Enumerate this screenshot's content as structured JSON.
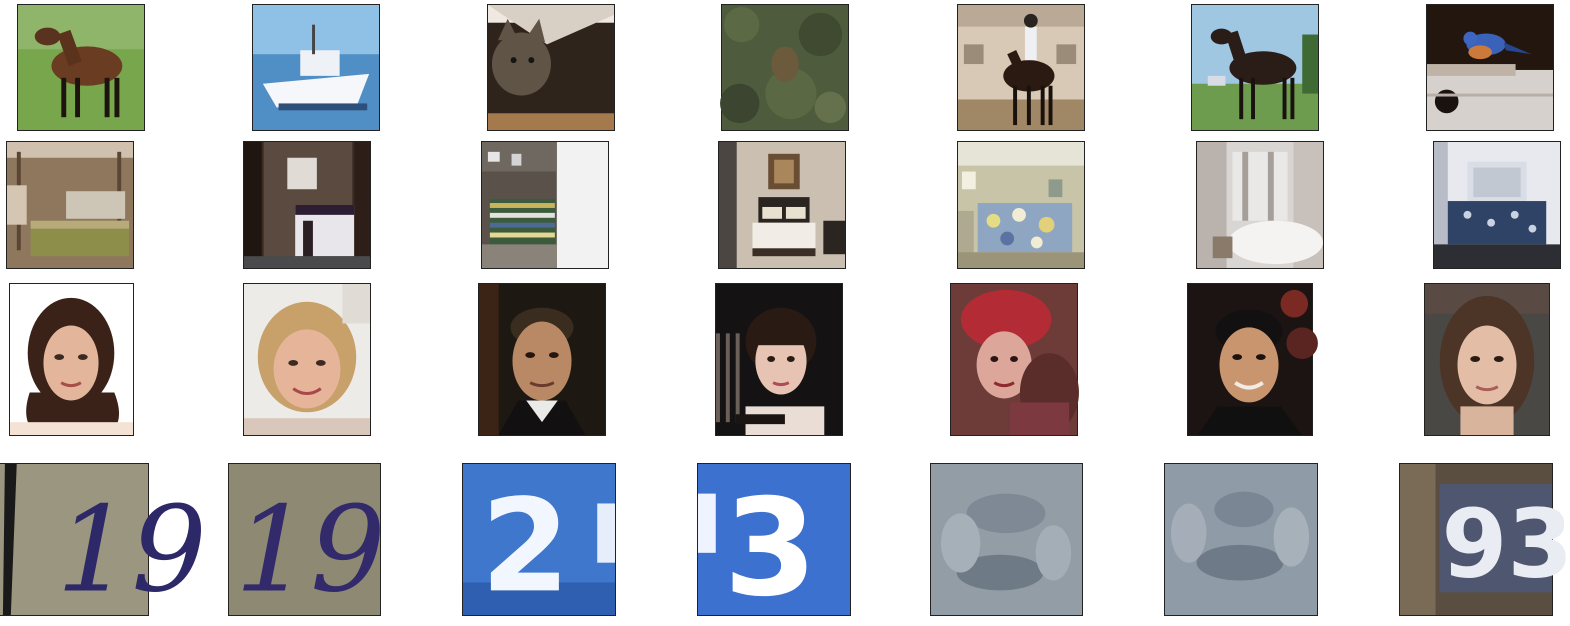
{
  "grid": {
    "rows": [
      {
        "name": "objects",
        "tiles": [
          {
            "subject": "horse",
            "bg": "#6e9a47"
          },
          {
            "subject": "boat",
            "bg": "#5f9ccd"
          },
          {
            "subject": "cat",
            "bg": "#3b3027"
          },
          {
            "subject": "deer",
            "bg": "#4d5a3a"
          },
          {
            "subject": "horse-rider",
            "bg": "#c9b8a6"
          },
          {
            "subject": "horse",
            "bg": "#9fc6e0"
          },
          {
            "subject": "bird",
            "bg": "#2b1c16"
          }
        ]
      },
      {
        "name": "bedrooms",
        "tiles": [
          {
            "subject": "bedroom",
            "bg": "#8a7158"
          },
          {
            "subject": "bedroom",
            "bg": "#3a2b22"
          },
          {
            "subject": "bedroom",
            "bg": "#6b655d"
          },
          {
            "subject": "bedroom",
            "bg": "#bfb3a4"
          },
          {
            "subject": "bedroom",
            "bg": "#b8b69b"
          },
          {
            "subject": "bedroom",
            "bg": "#d6d2cf"
          },
          {
            "subject": "bedroom",
            "bg": "#e5e7ed"
          }
        ]
      },
      {
        "name": "faces",
        "tiles": [
          {
            "subject": "face",
            "bg": "#ffffff"
          },
          {
            "subject": "face",
            "bg": "#ece8e4"
          },
          {
            "subject": "face",
            "bg": "#1c1812"
          },
          {
            "subject": "face",
            "bg": "#121212"
          },
          {
            "subject": "face",
            "bg": "#6a3a36"
          },
          {
            "subject": "face",
            "bg": "#1a1412"
          },
          {
            "subject": "face",
            "bg": "#4a4844"
          }
        ]
      },
      {
        "name": "house-numbers",
        "tiles": [
          {
            "subject": "digits",
            "digits": "19",
            "bg": "#9a9580",
            "fg": "#2d2868"
          },
          {
            "subject": "digits",
            "digits": "19",
            "bg": "#8c8770",
            "fg": "#322a6a"
          },
          {
            "subject": "digits",
            "digits": "2",
            "bg": "#3d74c9",
            "fg": "#f2f6ff"
          },
          {
            "subject": "digits",
            "digits": "3",
            "bg": "#3b6fce",
            "fg": "#ffffff"
          },
          {
            "subject": "digits",
            "digits": "",
            "bg": "#8f9aa3",
            "fg": "#6d7884"
          },
          {
            "subject": "digits",
            "digits": "",
            "bg": "#8c98a4",
            "fg": "#6b7785"
          },
          {
            "subject": "digits",
            "digits": "93",
            "bg": "#4a4239",
            "fg": "#e9ecf3"
          }
        ]
      }
    ]
  }
}
